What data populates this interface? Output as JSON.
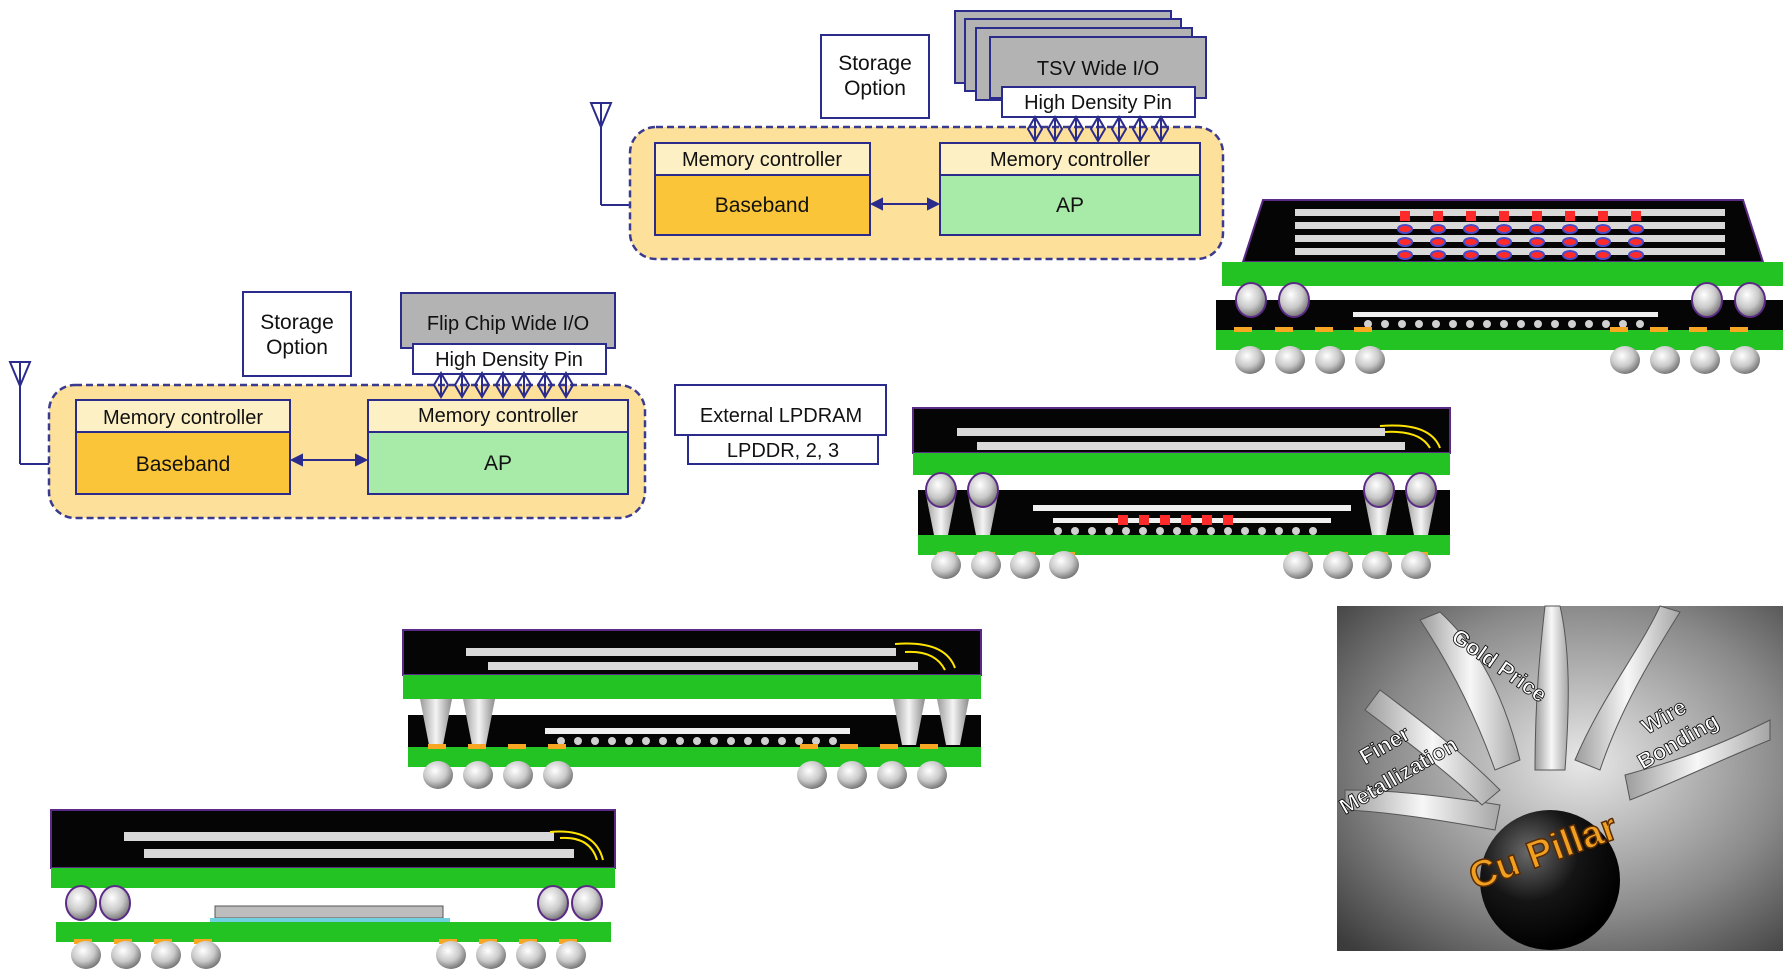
{
  "upper_system": {
    "storage_option": [
      "Storage",
      "Option"
    ],
    "stacked_memory_label": "TSV Wide I/O",
    "pin_label": "High Density Pin",
    "baseband_controller": "Memory controller",
    "baseband": "Baseband",
    "ap_controller": "Memory controller",
    "ap": "AP"
  },
  "lower_system": {
    "storage_option": [
      "Storage",
      "Option"
    ],
    "flipchip_memory_label": "Flip Chip Wide I/O",
    "pin_label": "High Density Pin",
    "baseband_controller": "Memory controller",
    "baseband": "Baseband",
    "ap_controller": "Memory controller",
    "ap": "AP"
  },
  "external_memory": {
    "title": "External LPDRAM",
    "subtitle": "LPDDR, 2, 3"
  },
  "cu_pillar_image": {
    "pin_labels": [
      "Gold Price",
      "Finer",
      "Metallization",
      "Wire",
      "Bonding"
    ],
    "ball_label": "Cu Pillar"
  },
  "colors": {
    "baseband_fill": "#fbc53a",
    "ap_fill": "#a8eaa8",
    "controller_fill": "#fdf0c4",
    "system_bg": "#fde19a",
    "system_border": "#3a3a8f",
    "wide_io_fill": "#b3b3b3",
    "substrate_green": "#22c322",
    "mold_black": "#050505",
    "die_gray": "#d9d9d9",
    "bump_red": "#ff2b2b",
    "wire_yellow": "#ffe400",
    "pad_orange": "#f6a623"
  }
}
